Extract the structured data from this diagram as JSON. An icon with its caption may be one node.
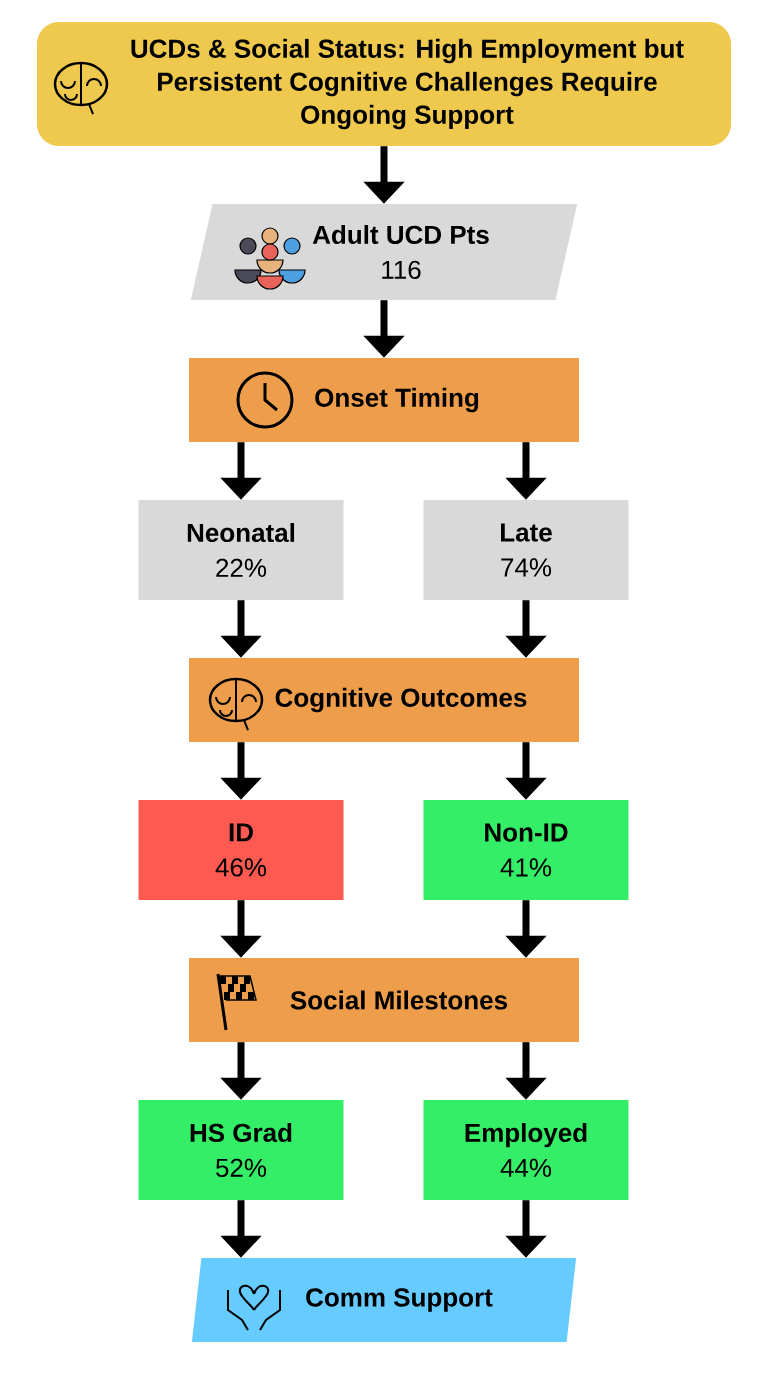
{
  "diagram": {
    "nodes": [
      {
        "text": [
          "UCDs & Social Status: High Employment but Persistent Cognitive Challenges Require Ongoing Support"
        ]
      },
      {
        "text": [
          "Adult UCD Pts",
          "116"
        ]
      },
      {
        "text": [
          "Onset Timing"
        ]
      },
      {
        "text": [
          "Neonatal",
          "22%"
        ]
      },
      {
        "text": [
          "Late",
          "74%"
        ]
      },
      {
        "text": [
          "Cognitive Outcomes"
        ]
      },
      {
        "text": [
          "ID",
          "46%"
        ]
      },
      {
        "text": [
          "Non-ID",
          "41%"
        ]
      },
      {
        "text": [
          "Social Milestones"
        ]
      },
      {
        "text": [
          "HS Grad",
          "52%"
        ]
      },
      {
        "text": [
          "Employed",
          "44%"
        ]
      },
      {
        "text": [
          "Comm Support"
        ]
      }
    ],
    "edges": [
      {
        "from": 0,
        "to": 1,
        "arrow": "to"
      },
      {
        "from": 1,
        "to": 2,
        "arrow": "to"
      },
      {
        "from": 2,
        "to": 3,
        "arrow": "to"
      },
      {
        "from": 2,
        "to": 4,
        "arrow": "to"
      },
      {
        "from": 3,
        "to": 5,
        "arrow": "to"
      },
      {
        "from": 4,
        "to": 5,
        "arrow": "to"
      },
      {
        "from": 5,
        "to": 6,
        "arrow": "to"
      },
      {
        "from": 5,
        "to": 7,
        "arrow": "to"
      },
      {
        "from": 6,
        "to": 8,
        "arrow": "to"
      },
      {
        "from": 7,
        "to": 8,
        "arrow": "to"
      },
      {
        "from": 8,
        "to": 9,
        "arrow": "to"
      },
      {
        "from": 8,
        "to": 10,
        "arrow": "to"
      },
      {
        "from": 9,
        "to": 11,
        "arrow": "to"
      },
      {
        "from": 10,
        "to": 11,
        "arrow": "to"
      }
    ]
  }
}
